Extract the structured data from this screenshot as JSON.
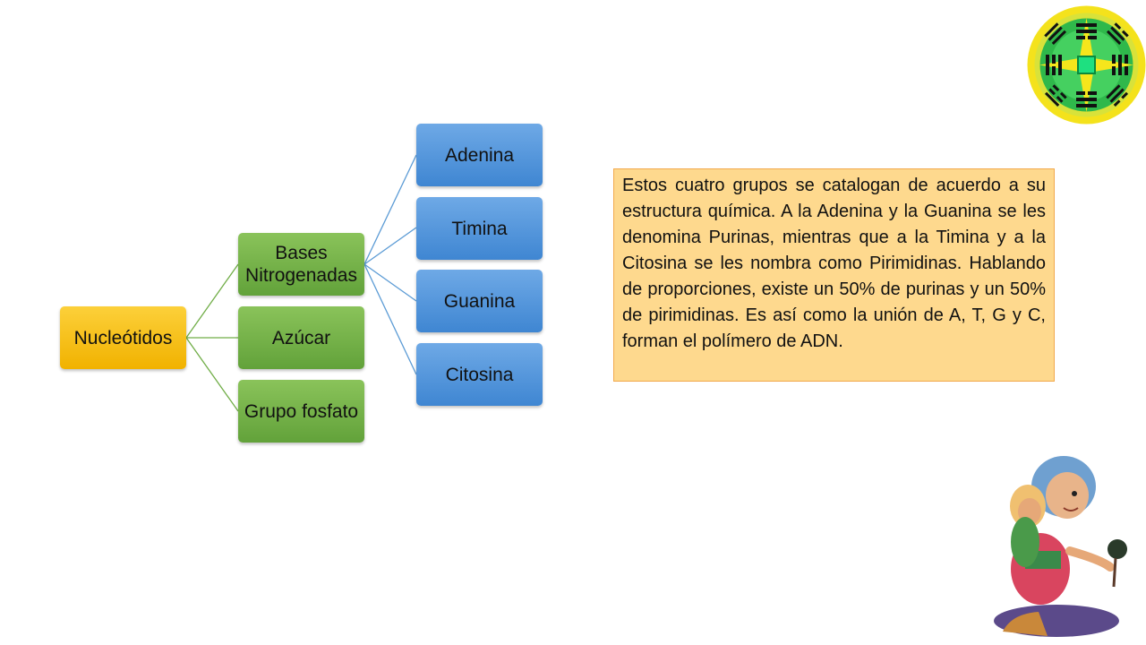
{
  "diagram": {
    "root": {
      "label": "Nucleótidos"
    },
    "components": [
      {
        "label": "Bases\nNitrogenadas"
      },
      {
        "label": "Azúcar"
      },
      {
        "label": "Grupo fosfato"
      }
    ],
    "bases": [
      {
        "label": "Adenina"
      },
      {
        "label": "Timina"
      },
      {
        "label": "Guanina"
      },
      {
        "label": "Citosina"
      }
    ]
  },
  "info": {
    "text": "Estos cuatro grupos se catalogan de acuerdo a su estructura química. A la Adenina y la Guanina se les denomina Purinas, mientras que a la Timina y a la Citosina se les nombra como Pirimidinas. Hablando de proporciones, existe un 50% de purinas y un 50% de pirimidinas. Es así como la unión de A, T, G y C, forman el polímero de ADN."
  },
  "colors": {
    "root": "#f5b800",
    "components": "#70ad47",
    "bases": "#4a8fd8",
    "info_background": "#fed98e",
    "info_border": "#f2a94d",
    "green_connector": "#70ad47",
    "blue_connector": "#5b9bd5"
  },
  "decorations": {
    "logo": "bagua-trigram-emblem",
    "figure": "mother-carrying-child-illustration"
  }
}
